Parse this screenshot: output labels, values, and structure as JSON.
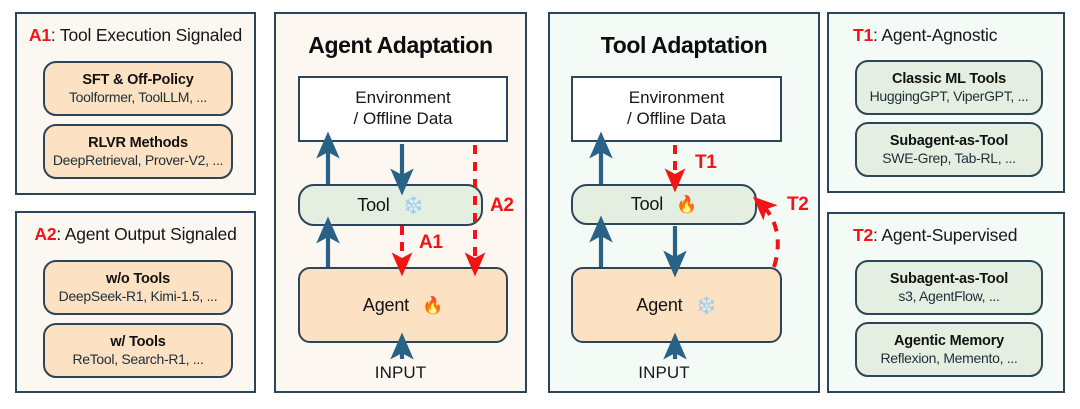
{
  "figure": {
    "panels": {
      "a1": {
        "tag": "A1",
        "title": ": Tool Execution Signaled",
        "items": [
          {
            "title": "SFT & Off-Policy",
            "sub": "Toolformer, ToolLLM, ..."
          },
          {
            "title": "RLVR Methods",
            "sub": "DeepRetrieval, Prover-V2, ..."
          }
        ]
      },
      "a2": {
        "tag": "A2",
        "title": ": Agent Output Signaled",
        "items": [
          {
            "title": "w/o Tools",
            "sub": "DeepSeek-R1, Kimi-1.5, ..."
          },
          {
            "title": "w/ Tools",
            "sub": "ReTool, Search-R1, ..."
          }
        ]
      },
      "t1": {
        "tag": "T1",
        "title": ": Agent-Agnostic",
        "items": [
          {
            "title": "Classic ML Tools",
            "sub": "HuggingGPT, ViperGPT, ..."
          },
          {
            "title": "Subagent-as-Tool",
            "sub": "SWE-Grep, Tab-RL, ..."
          }
        ]
      },
      "t2": {
        "tag": "T2",
        "title": ": Agent-Supervised",
        "items": [
          {
            "title": "Subagent-as-Tool",
            "sub": "s3, AgentFlow, ..."
          },
          {
            "title": "Agentic Memory",
            "sub": "Reflexion, Memento, ..."
          }
        ]
      },
      "agent_adaptation": {
        "title": "Agent Adaptation",
        "env_line1": "Environment",
        "env_line2": "/ Offline Data",
        "tool_label": "Tool",
        "tool_state_icon": "❄️",
        "agent_label": "Agent",
        "agent_state_icon": "🔥",
        "input_label": "INPUT",
        "signal_tool_to_agent": "A1",
        "signal_env_to_agent": "A2"
      },
      "tool_adaptation": {
        "title": "Tool Adaptation",
        "env_line1": "Environment",
        "env_line2": "/ Offline Data",
        "tool_label": "Tool",
        "tool_state_icon": "🔥",
        "agent_label": "Agent",
        "agent_state_icon": "❄️",
        "input_label": "INPUT",
        "signal_env_to_tool": "T1",
        "signal_agent_to_tool": "T2"
      }
    },
    "colors": {
      "border": "#2c4558",
      "arrow_blue": "#2a6186",
      "signal_red": "#f21414",
      "orange_fill": "#fce1c3",
      "green_fill": "#e4efe1",
      "cream_panel": "#fdf7f2",
      "mint_panel": "#f4faf5"
    }
  }
}
